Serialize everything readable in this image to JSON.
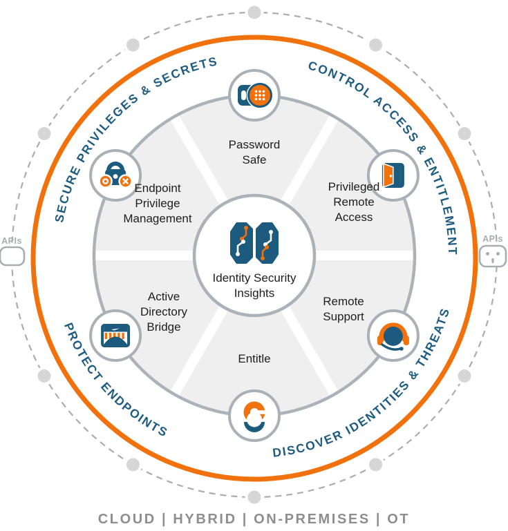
{
  "colors": {
    "orange": "#F1720D",
    "navy": "#1C5A7E",
    "ring_gray": "#ABB3BA",
    "disc_gray": "#EFEFEF",
    "node_gray": "#D6D6D6",
    "dash_gray": "#ACACAC",
    "api_gray": "#A6ADB3",
    "caption_gray": "#8E8E8E",
    "label_text": "#1D1D1D"
  },
  "arcs": [
    {
      "id": "secure-privileges",
      "label": "SECURE PRIVILEGES & SECRETS"
    },
    {
      "id": "control-access",
      "label": "CONTROL ACCESS & ENTITLEMENT"
    },
    {
      "id": "discover-identities",
      "label": "DISCOVER IDENTITIES & THREATS"
    },
    {
      "id": "protect-endpoints",
      "label": "PROTECT ENDPOINTS"
    }
  ],
  "center": {
    "icon": "brain-circuit-icon",
    "lines": [
      "Identity Security",
      "Insights"
    ]
  },
  "products": [
    {
      "icon": "password-safe-icon",
      "lines": [
        "Password",
        "Safe"
      ]
    },
    {
      "icon": "privileged-remote-access-icon",
      "lines": [
        "Privileged",
        "Remote",
        "Access"
      ]
    },
    {
      "icon": "remote-support-icon",
      "lines": [
        "Remote",
        "Support"
      ]
    },
    {
      "icon": "entitle-icon",
      "lines": [
        "Entitle"
      ]
    },
    {
      "icon": "active-directory-bridge-icon",
      "lines": [
        "Active",
        "Directory",
        "Bridge"
      ]
    },
    {
      "icon": "endpoint-privilege-management-icon",
      "lines": [
        "Endpoint",
        "Privilege",
        "Management"
      ]
    }
  ],
  "api": {
    "left": "APIs",
    "right": "APIs"
  },
  "footer": {
    "caption": "CLOUD | HYBRID | ON-PREMISES | OT"
  }
}
